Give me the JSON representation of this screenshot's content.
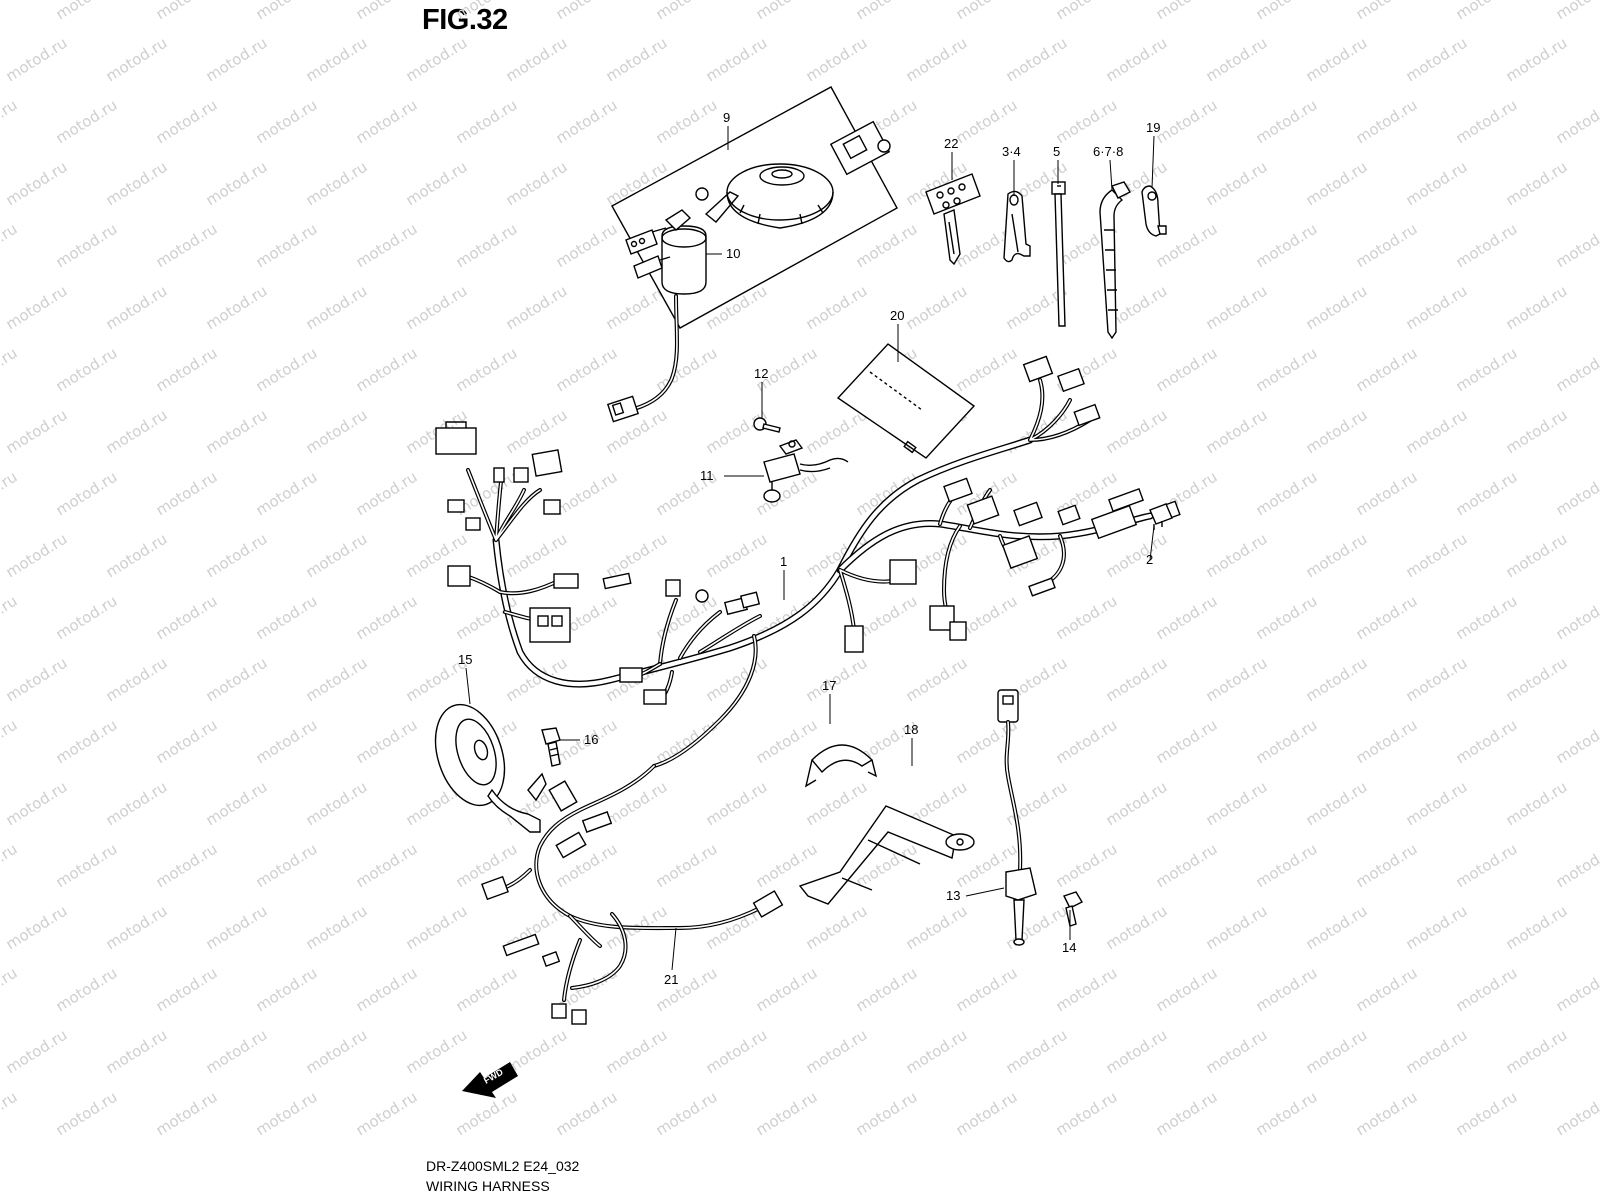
{
  "figure": {
    "title": "FIG.32",
    "model_code": "DR-Z400SML2 E24_032",
    "name": "WIRING HARNESS"
  },
  "watermark": "motod.ru",
  "fwd_label": "FWD",
  "callouts": {
    "c1": "1",
    "c2": "2",
    "c3_4": "3·4",
    "c5": "5",
    "c6_7_8": "6·7·8",
    "c9": "9",
    "c10": "10",
    "c11": "11",
    "c12": "12",
    "c13": "13",
    "c14": "14",
    "c15": "15",
    "c16": "16",
    "c17": "17",
    "c18": "18",
    "c19": "19",
    "c20": "20",
    "c21": "21",
    "c22": "22"
  }
}
